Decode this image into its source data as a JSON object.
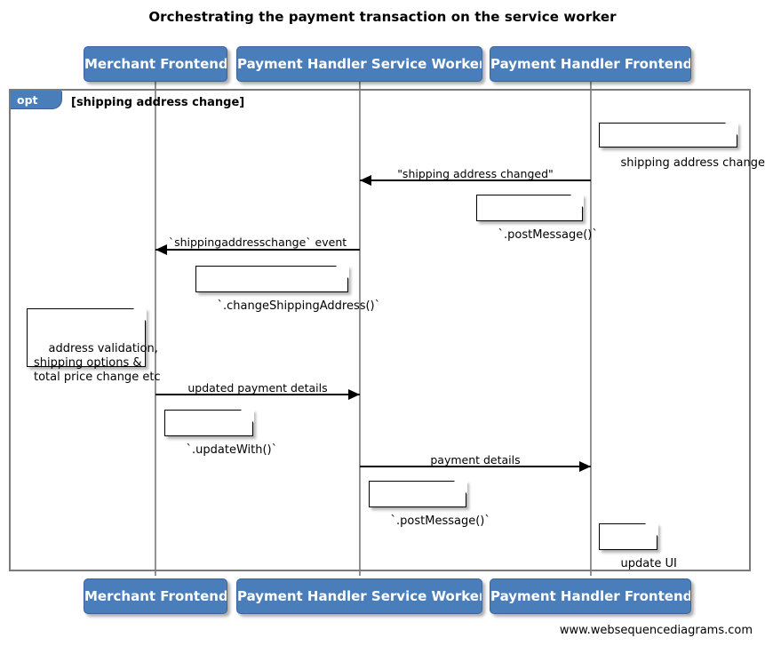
{
  "title": "Orchestrating the payment transaction on the service worker",
  "colors": {
    "participant_fill": "#4a7ebb",
    "participant_border": "#3a639a",
    "participant_text": "#ffffff",
    "frame_border": "#7a7a7a",
    "lifeline": "#999999",
    "note_fill": "#ffffff",
    "note_border": "#000000",
    "arrow": "#000000",
    "background": "#ffffff"
  },
  "participants": [
    {
      "name": "merchant-frontend",
      "label": "Merchant Frontend"
    },
    {
      "name": "payment-handler-service-worker",
      "label": "Payment Handler Service Worker"
    },
    {
      "name": "payment-handler-frontend",
      "label": "Payment Handler Frontend"
    }
  ],
  "fragment": {
    "type": "opt",
    "tab_label": "opt",
    "guard": "[shipping address change]"
  },
  "messages": [
    {
      "name": "shipping-address-changed",
      "label": "\"shipping address changed\"",
      "from": "payment-handler-frontend",
      "to": "payment-handler-service-worker",
      "direction": "left"
    },
    {
      "name": "shippingaddresschange-event",
      "label": "`shippingaddresschange` event",
      "from": "payment-handler-service-worker",
      "to": "merchant-frontend",
      "direction": "left"
    },
    {
      "name": "updated-payment-details",
      "label": "updated payment details",
      "from": "merchant-frontend",
      "to": "payment-handler-service-worker",
      "direction": "right"
    },
    {
      "name": "payment-details",
      "label": "payment details",
      "from": "payment-handler-service-worker",
      "to": "payment-handler-frontend",
      "direction": "right"
    }
  ],
  "notes": [
    {
      "name": "note-shipping-address-changed",
      "text": "shipping address changed"
    },
    {
      "name": "note-post-message-1",
      "text": "`.postMessage()`"
    },
    {
      "name": "note-change-shipping-address",
      "text": "`.changeShippingAddress()`"
    },
    {
      "name": "note-address-validation",
      "text": "address validation,\nshipping options &\ntotal price change etc"
    },
    {
      "name": "note-update-with",
      "text": "`.updateWith()`"
    },
    {
      "name": "note-post-message-2",
      "text": "`.postMessage()`"
    },
    {
      "name": "note-update-ui",
      "text": "update UI"
    }
  ],
  "footer": {
    "watermark": "www.websequencediagrams.com"
  }
}
